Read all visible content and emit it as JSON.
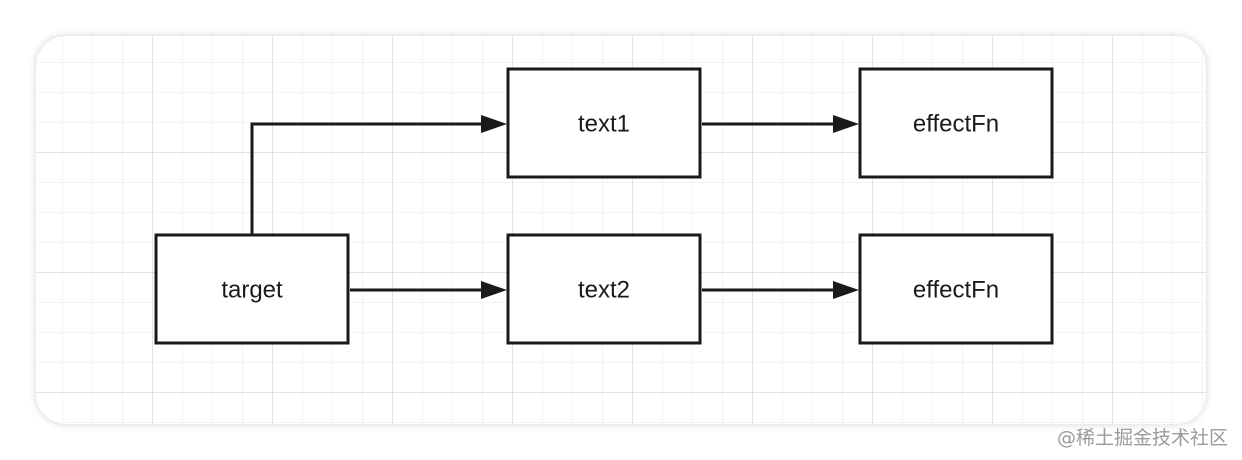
{
  "diagram": {
    "nodes": {
      "target": {
        "label": "target"
      },
      "text1": {
        "label": "text1"
      },
      "text2": {
        "label": "text2"
      },
      "effect1": {
        "label": "effectFn"
      },
      "effect2": {
        "label": "effectFn"
      }
    },
    "edges": [
      {
        "from": "target",
        "to": "text1"
      },
      {
        "from": "target",
        "to": "text2"
      },
      {
        "from": "text1",
        "to": "effect1"
      },
      {
        "from": "text2",
        "to": "effect2"
      }
    ]
  },
  "watermark": "@稀土掘金技术社区",
  "colors": {
    "stroke": "#1a1a1a",
    "grid": "#e6e6e6",
    "watermark": "#9a9a9a"
  }
}
